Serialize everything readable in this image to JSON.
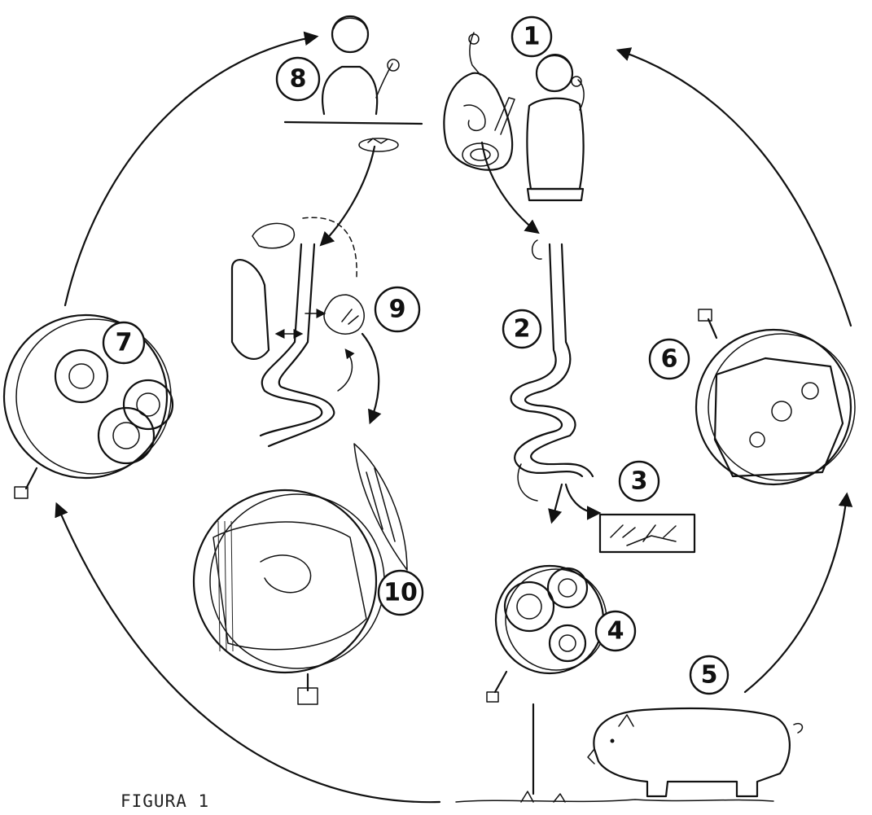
{
  "caption": "FIGURA 1",
  "stages": [
    {
      "id": "1",
      "label": "1"
    },
    {
      "id": "2",
      "label": "2"
    },
    {
      "id": "3",
      "label": "3"
    },
    {
      "id": "4",
      "label": "4"
    },
    {
      "id": "5",
      "label": "5"
    },
    {
      "id": "6",
      "label": "6"
    },
    {
      "id": "7",
      "label": "7"
    },
    {
      "id": "8",
      "label": "8"
    },
    {
      "id": "9",
      "label": "9"
    },
    {
      "id": "10",
      "label": "10"
    }
  ]
}
